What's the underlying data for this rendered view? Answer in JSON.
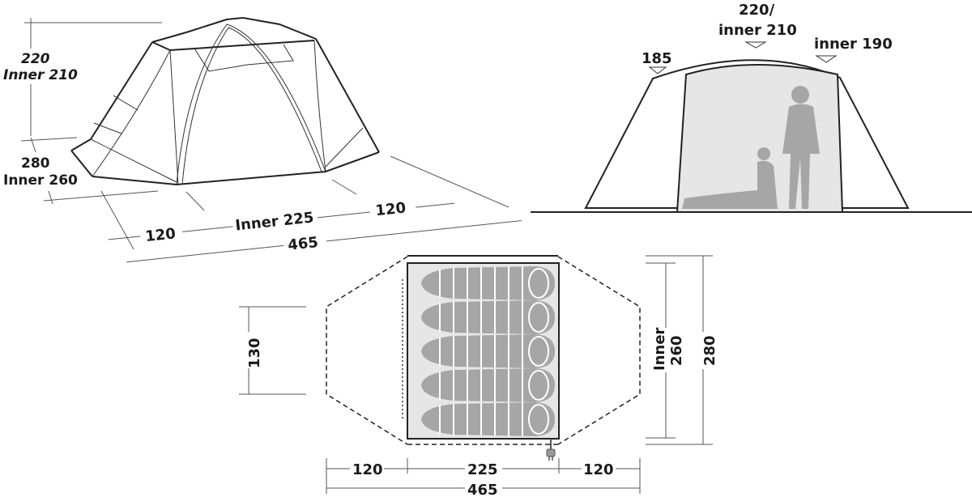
{
  "diagram": {
    "units": "cm",
    "views": {
      "perspective": {
        "height_label": "220",
        "height_inner_label": "Inner 210",
        "width_label": "280",
        "width_inner_label": "Inner 260",
        "vestibule_left_label": "120",
        "inner_length_label": "Inner 225",
        "vestibule_right_label": "120",
        "total_length_label": "465"
      },
      "side": {
        "left_height_label": "185",
        "peak_height_label": "220/",
        "peak_inner_label": "inner 210",
        "right_inner_label": "inner 190"
      },
      "top": {
        "side_depth_label": "130",
        "inner_width_label_line1": "Inner",
        "inner_width_label_line2": "260",
        "outer_width_label": "280",
        "vestibule_left_label": "120",
        "inner_length_label": "225",
        "vestibule_right_label": "120",
        "total_length_label": "465",
        "sleeping_bags": 5
      }
    },
    "colors": {
      "line": "#222222",
      "silhouette": "#a6a6a6",
      "inner_fill": "#e6e6e6"
    }
  }
}
